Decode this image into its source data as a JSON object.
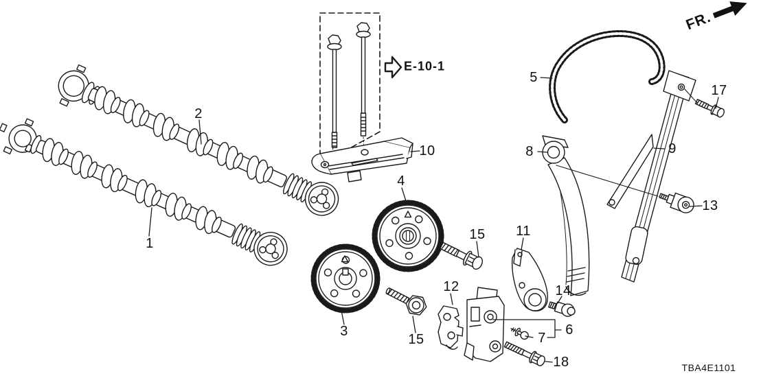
{
  "diagram": {
    "code": "TBA4E1101",
    "front_label": "FR.",
    "reference_label": "E-10-1",
    "callouts": [
      {
        "label": "1"
      },
      {
        "label": "2"
      },
      {
        "label": "3"
      },
      {
        "label": "4"
      },
      {
        "label": "5"
      },
      {
        "label": "6"
      },
      {
        "label": "7"
      },
      {
        "label": "8"
      },
      {
        "label": "9"
      },
      {
        "label": "10"
      },
      {
        "label": "11"
      },
      {
        "label": "12"
      },
      {
        "label": "13"
      },
      {
        "label": "14"
      },
      {
        "label": "15"
      },
      {
        "label": "15"
      },
      {
        "label": "17"
      },
      {
        "label": "18"
      }
    ]
  }
}
